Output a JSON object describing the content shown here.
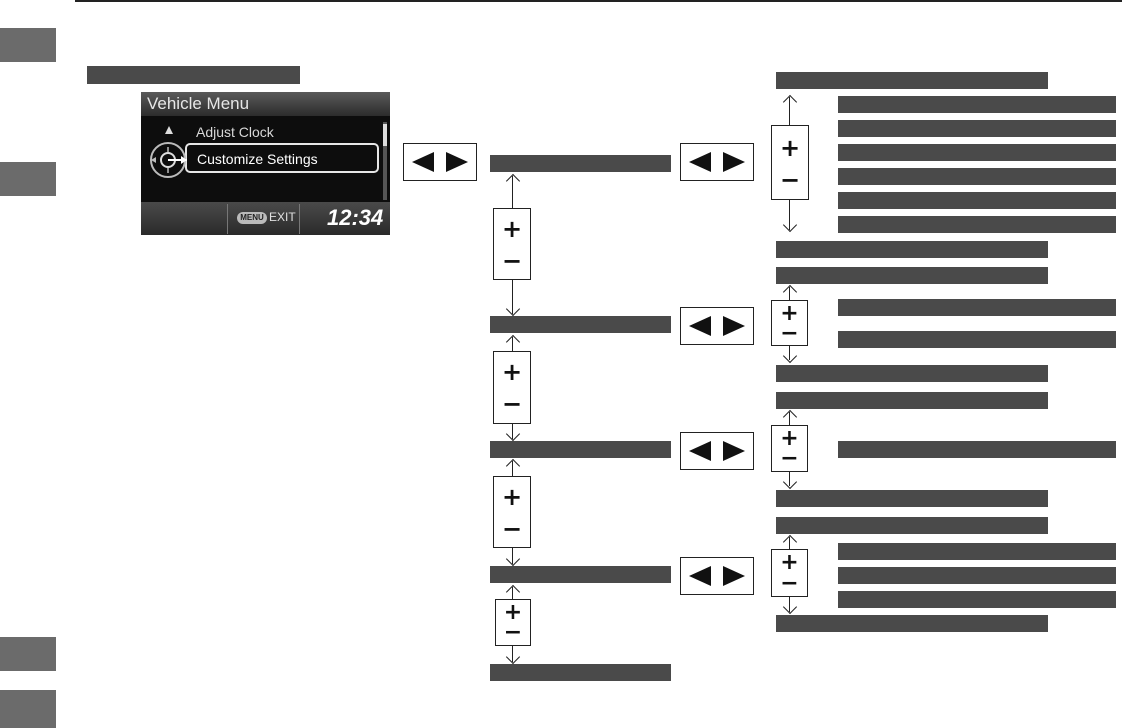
{
  "screen": {
    "title": "Vehicle Menu",
    "item_adjust_clock": "Adjust Clock",
    "item_customize_settings": "Customize Settings",
    "menu_button_label": "MENU",
    "exit_label": "EXIT",
    "clock_time": "12:34"
  },
  "symbols": {
    "plus": "+",
    "minus": "−"
  },
  "colors": {
    "label_bar": "#4a4a4a",
    "side_tab": "#6b6b6b"
  }
}
